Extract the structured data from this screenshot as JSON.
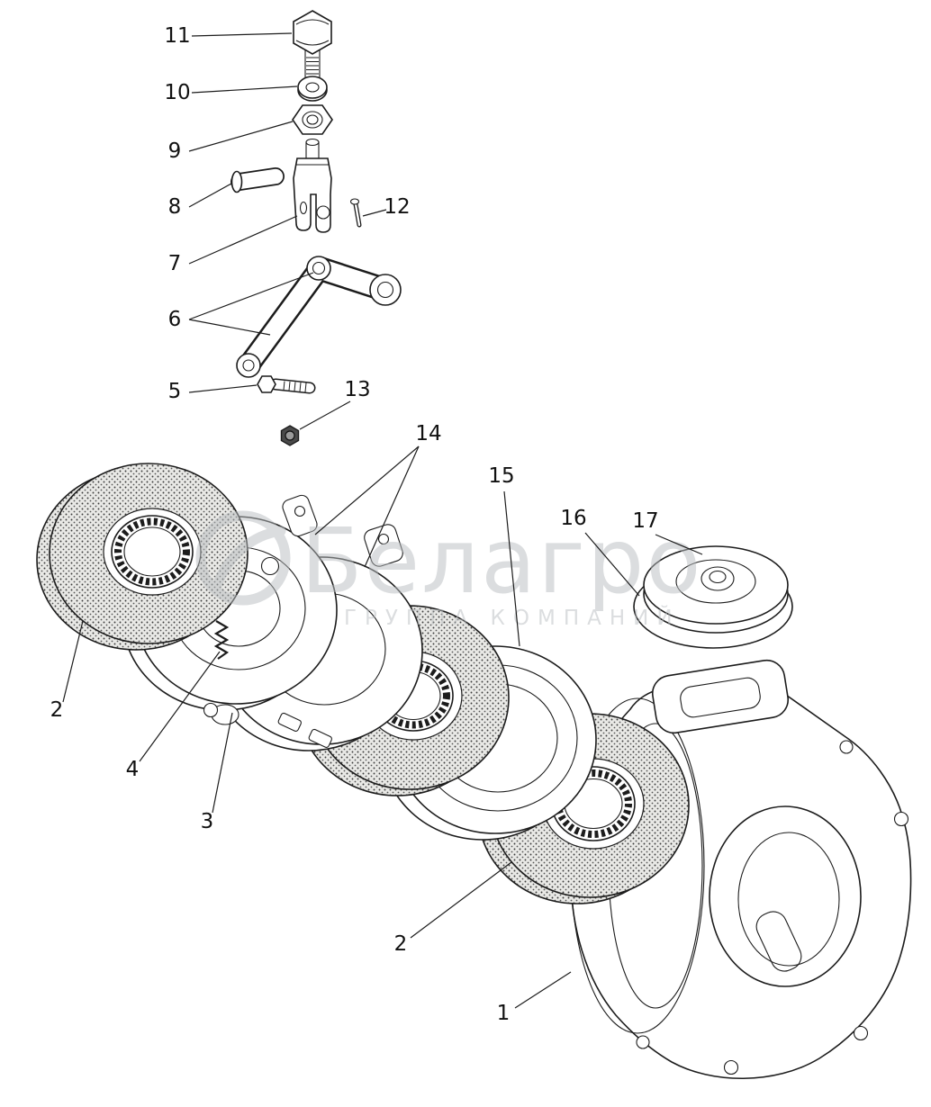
{
  "figure": {
    "background": "#ffffff",
    "ink_color": "#1c1c1c"
  },
  "watermark": {
    "brand": "Белагро",
    "subtitle": "ГРУППА КОМПАНИЙ",
    "color": "#b9bdc0"
  },
  "callouts": [
    {
      "label": "11"
    },
    {
      "label": "10"
    },
    {
      "label": "9"
    },
    {
      "label": "8"
    },
    {
      "label": "7"
    },
    {
      "label": "12"
    },
    {
      "label": "6"
    },
    {
      "label": "5"
    },
    {
      "label": "13"
    },
    {
      "label": "14"
    },
    {
      "label": "15"
    },
    {
      "label": "16"
    },
    {
      "label": "17"
    },
    {
      "label": "2"
    },
    {
      "label": "4"
    },
    {
      "label": "3"
    },
    {
      "label": "2"
    },
    {
      "label": "1"
    }
  ]
}
